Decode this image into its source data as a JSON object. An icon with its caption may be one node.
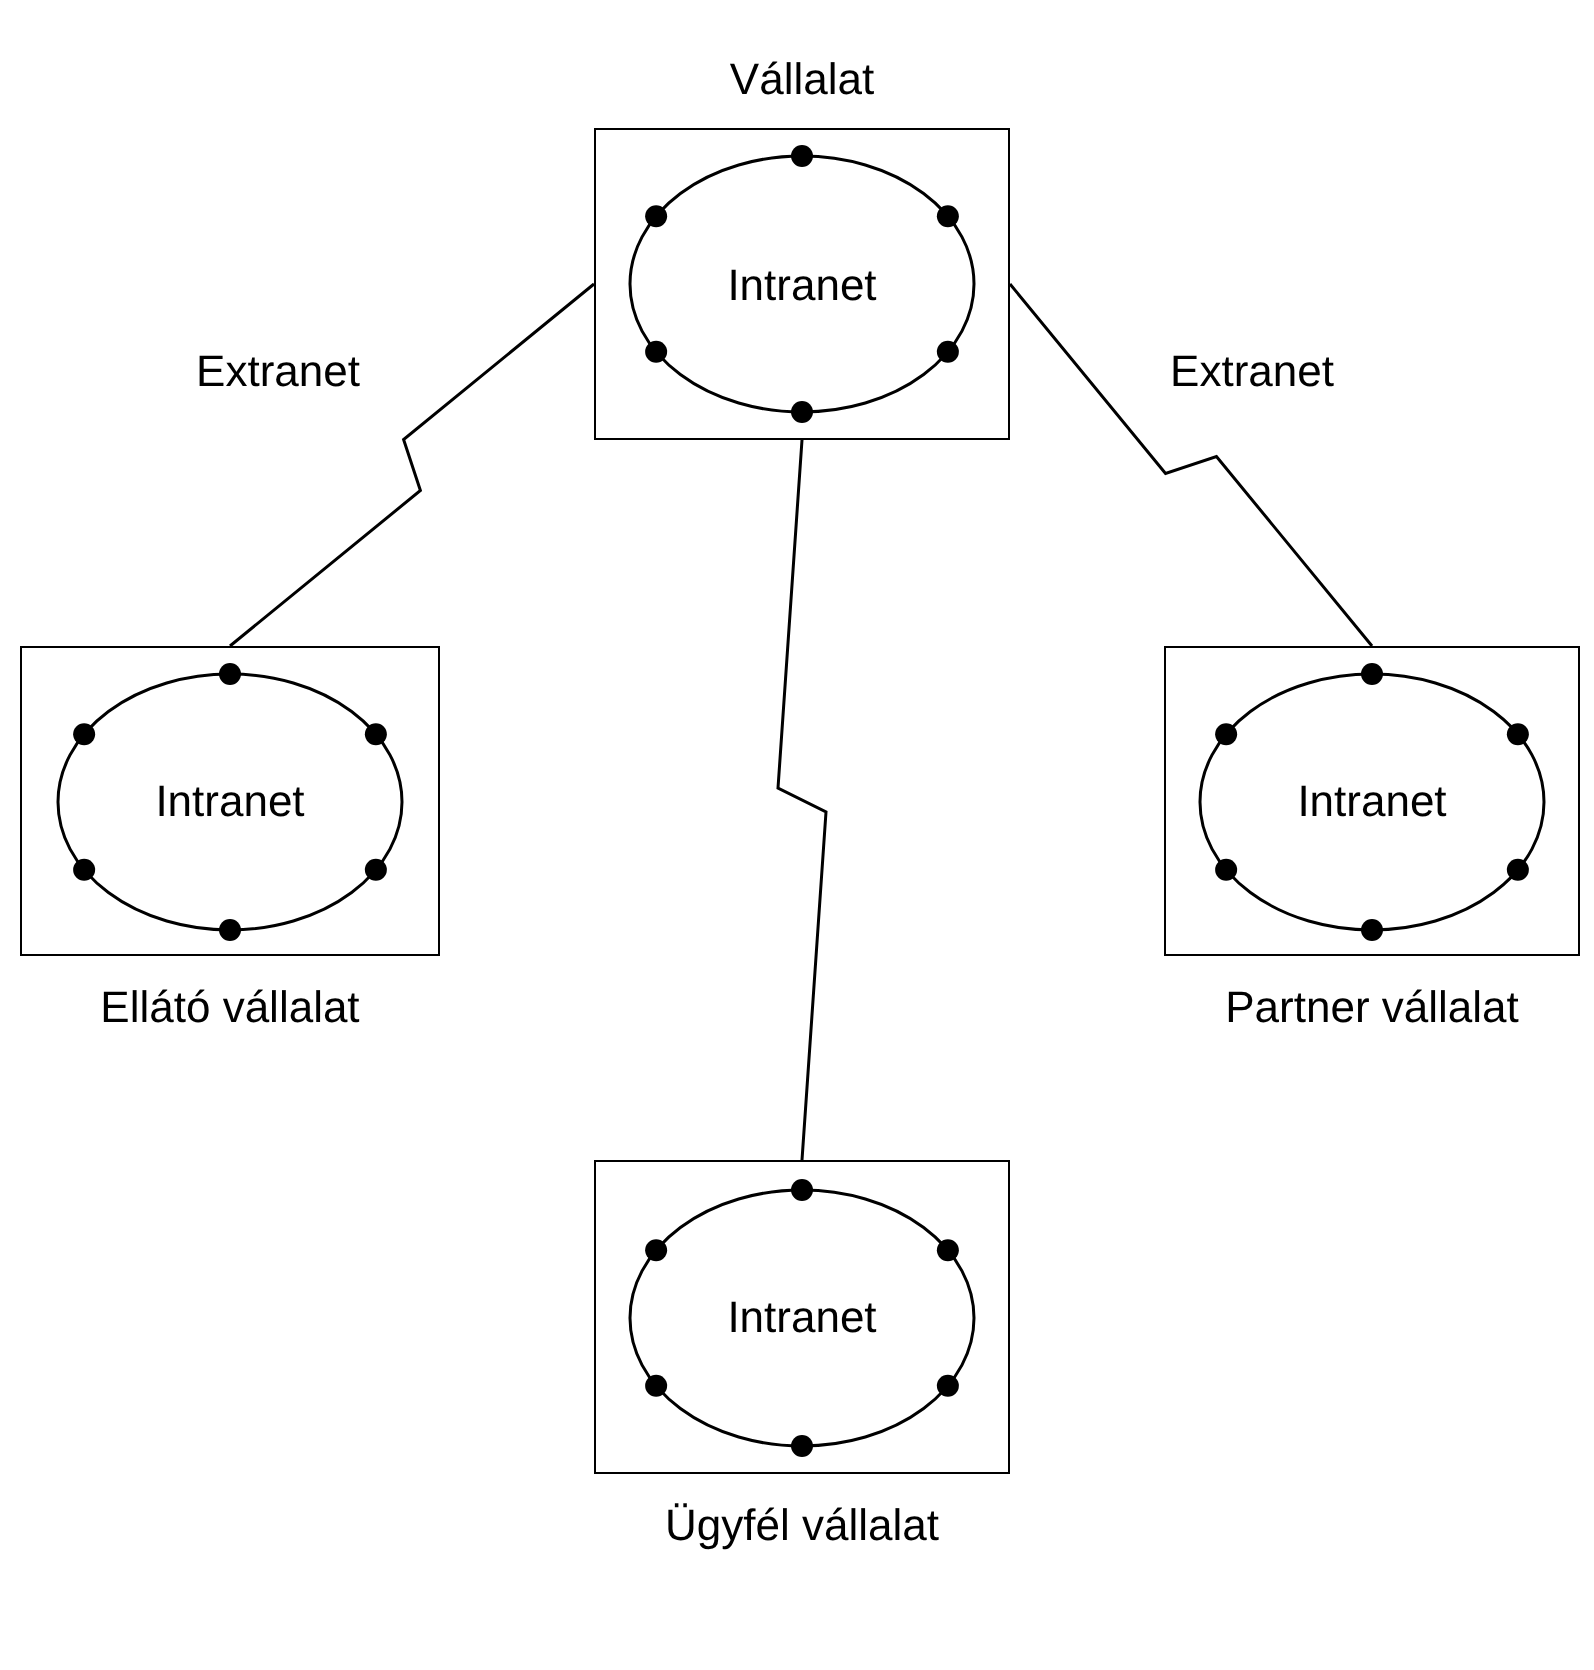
{
  "diagram": {
    "nodes": [
      {
        "text": [
          "Vállalat"
        ]
      },
      {
        "text": [
          "Intranet"
        ],
        "in": 0
      },
      {
        "text": [
          "Ellátó vállalat"
        ]
      },
      {
        "text": [
          "Intranet"
        ],
        "in": 2
      },
      {
        "text": [
          "Partner vállalat"
        ]
      },
      {
        "text": [
          "Intranet"
        ],
        "in": 4
      },
      {
        "text": [
          "Ügyfél vállalat"
        ]
      },
      {
        "text": [
          "Intranet"
        ],
        "in": 6
      }
    ],
    "edges": [
      {
        "from": 0,
        "to": 2,
        "arrow": "none",
        "label": "Extranet"
      },
      {
        "from": 0,
        "to": 4,
        "arrow": "none",
        "label": "Extranet"
      },
      {
        "from": 0,
        "to": 6,
        "arrow": "none"
      }
    ]
  }
}
